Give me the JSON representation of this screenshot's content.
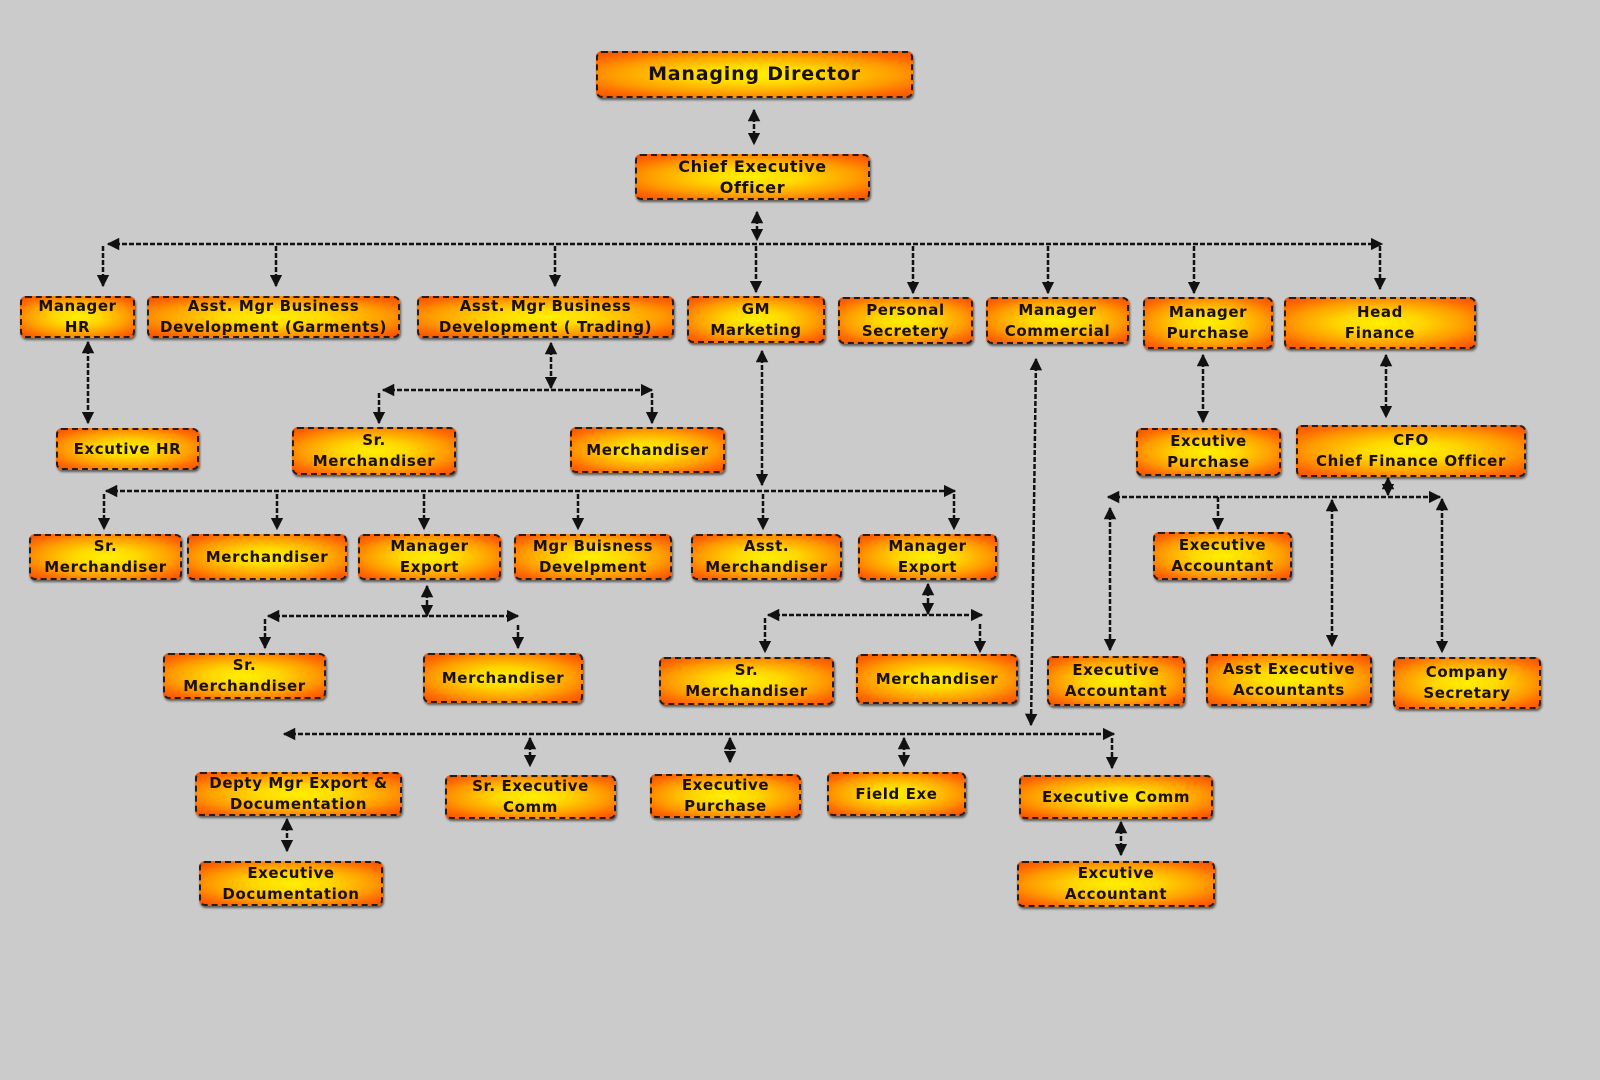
{
  "org_chart": {
    "managing_director": "Managing Director",
    "ceo": "Chief  Executive\nOfficer",
    "manager_hr": "Manager\nHR",
    "asst_mgr_bd_garments": "Asst. Mgr Business\nDevelopment (Garments)",
    "asst_mgr_bd_trading": "Asst. Mgr Business\nDevelopment ( Trading)",
    "gm_marketing": "GM\nMarketing",
    "personal_secretary": "Personal\nSecretery",
    "manager_commercial": "Manager\nCommercial",
    "manager_purchase": "Manager\nPurchase",
    "head_finance": "Head\nFinance",
    "excutive_hr": "Excutive HR",
    "trading_sr_merchandiser": "Sr.\nMerchandiser",
    "trading_merchandiser": "Merchandiser",
    "excutive_purchase": "Excutive\nPurchase",
    "cfo": "CFO\nChief Finance Officer",
    "mkt_sr_merchandiser": "Sr.\nMerchandiser",
    "mkt_merchandiser": "Merchandiser",
    "manager_export_1": "Manager\nExport",
    "mgr_business_development": "Mgr Buisness\nDevelpment",
    "asst_merchandiser": "Asst.\nMerchandiser",
    "manager_export_2": "Manager\nExport",
    "export1_sr_merchandiser": "Sr.\nMerchandiser",
    "export1_merchandiser": "Merchandiser",
    "export2_sr_merchandiser": "Sr.\nMerchandiser",
    "export2_merchandiser": "Merchandiser",
    "fin_executive_accountant_top": "Executive\nAccountant",
    "fin_executive_accountant": "Executive\nAccountant",
    "asst_executive_accountants": "Asst Executive\nAccountants",
    "company_secretary": "Company\nSecretary",
    "deputy_mgr_export_documentation": "Depty Mgr Export &\nDocumentation",
    "sr_executive_comm": "Sr. Executive\nComm",
    "comm_executive_purchase": "Executive\nPurchase",
    "field_exe": "Field Exe",
    "executive_comm": "Executive Comm",
    "executive_documentation": "Executive\nDocumentation",
    "comm_excutive_accountant": "Excutive\nAccountant"
  }
}
